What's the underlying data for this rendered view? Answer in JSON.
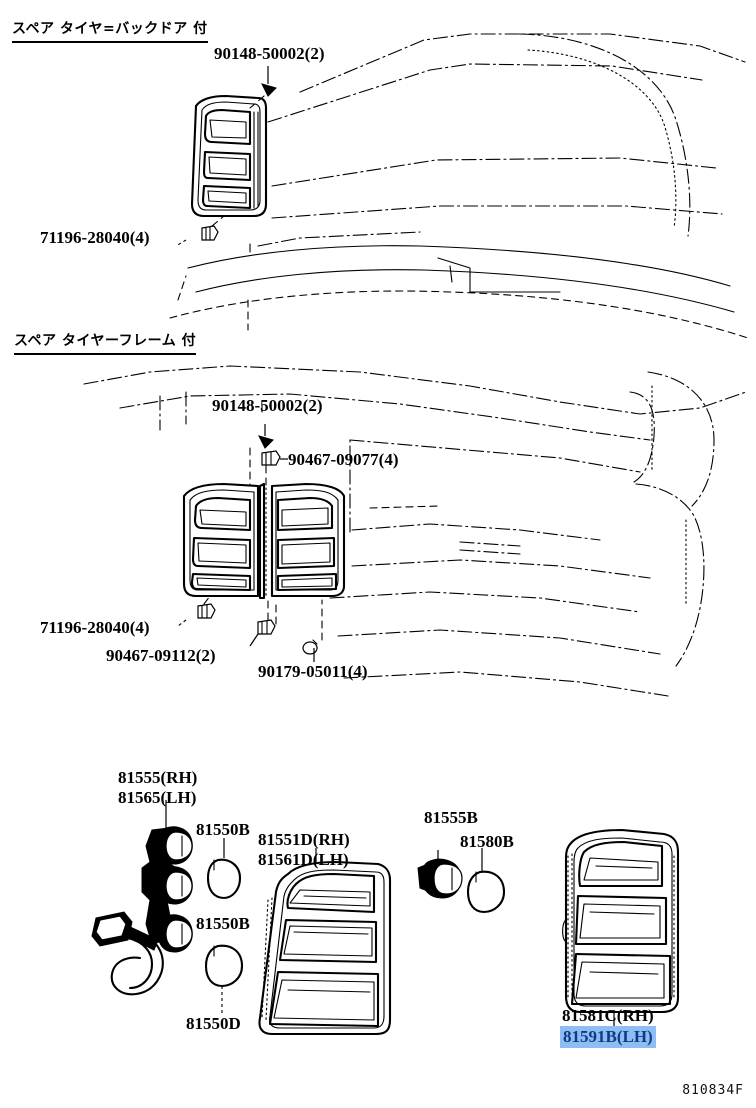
{
  "document": {
    "footer_code": "810834F",
    "highlight_color": "#8cbdf5",
    "highlight_text_color": "#123a82"
  },
  "sections": [
    {
      "id": "upper",
      "heading": "スペア タイヤ=バックドア 付"
    },
    {
      "id": "middle",
      "heading": "スペア タイヤーフレーム 付"
    }
  ],
  "callouts": {
    "upper": [
      {
        "id": "u1",
        "text": "90148-50002(2)"
      },
      {
        "id": "u2",
        "text": "71196-28040(4)"
      }
    ],
    "middle": [
      {
        "id": "m1",
        "text": "90148-50002(2)"
      },
      {
        "id": "m2",
        "text": "90467-09077(4)"
      },
      {
        "id": "m3",
        "text": "71196-28040(4)"
      },
      {
        "id": "m4",
        "text": "90467-09112(2)"
      },
      {
        "id": "m5",
        "text": "90179-05011(4)"
      }
    ],
    "lower": [
      {
        "id": "l1",
        "text": "81555(RH)"
      },
      {
        "id": "l2",
        "text": "81565(LH)"
      },
      {
        "id": "l3",
        "text": "81550B"
      },
      {
        "id": "l4",
        "text": "81551D(RH)"
      },
      {
        "id": "l5",
        "text": "81561D(LH)"
      },
      {
        "id": "l6",
        "text": "81550B"
      },
      {
        "id": "l7",
        "text": "81550D"
      },
      {
        "id": "l8",
        "text": "81555B"
      },
      {
        "id": "l9",
        "text": "81580B"
      },
      {
        "id": "l10",
        "text": "81581C(RH)"
      },
      {
        "id": "l11",
        "text": "81591B(LH)",
        "highlighted": true
      }
    ]
  }
}
